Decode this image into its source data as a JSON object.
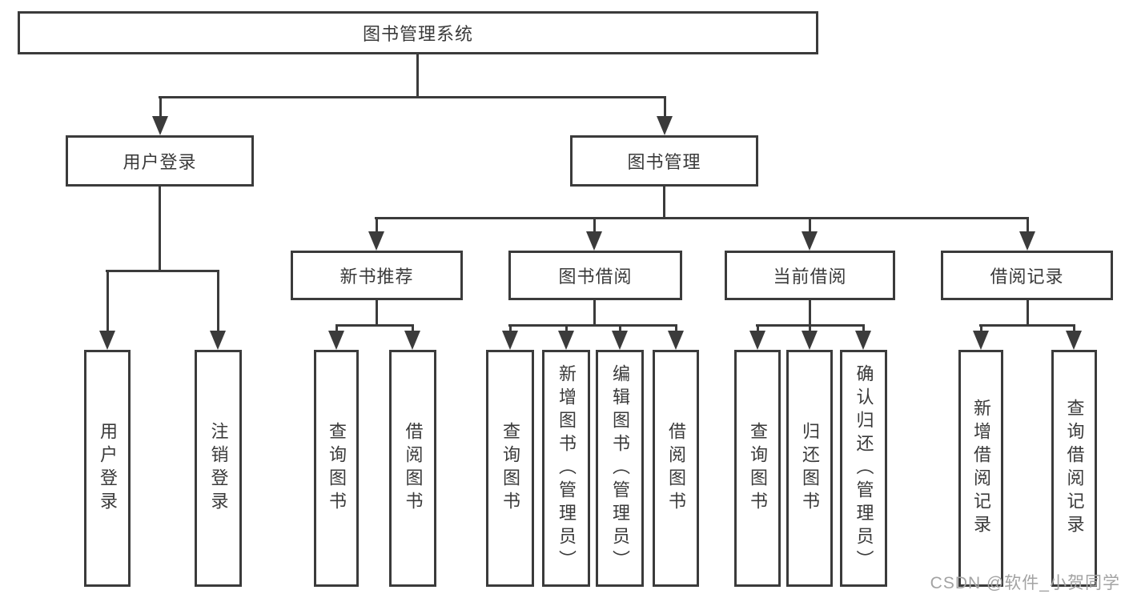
{
  "colors": {
    "line": "#3b3b3b",
    "box_border": "#3b3b3b",
    "text": "#3a3a3a",
    "watermark": "#a3a3a3",
    "background": "#ffffff"
  },
  "tree": {
    "root": {
      "label": "图书管理系统"
    },
    "branches": [
      {
        "label": "用户登录",
        "children": [
          {
            "label": "用户登录"
          },
          {
            "label": "注销登录"
          }
        ]
      },
      {
        "label": "图书管理",
        "groups": [
          {
            "label": "新书推荐",
            "children": [
              {
                "label": "查询图书"
              },
              {
                "label": "借阅图书"
              }
            ]
          },
          {
            "label": "图书借阅",
            "children": [
              {
                "label": "查询图书"
              },
              {
                "label": "新增图书（管理员）"
              },
              {
                "label": "编辑图书（管理员）"
              },
              {
                "label": "借阅图书"
              }
            ]
          },
          {
            "label": "当前借阅",
            "children": [
              {
                "label": "查询图书"
              },
              {
                "label": "归还图书"
              },
              {
                "label": "确认归还（管理员）"
              }
            ]
          },
          {
            "label": "借阅记录",
            "children": [
              {
                "label": "新增借阅记录"
              },
              {
                "label": "查询借阅记录"
              }
            ]
          }
        ]
      }
    ]
  },
  "watermark": {
    "text": "CSDN @软件_小贺同学"
  }
}
